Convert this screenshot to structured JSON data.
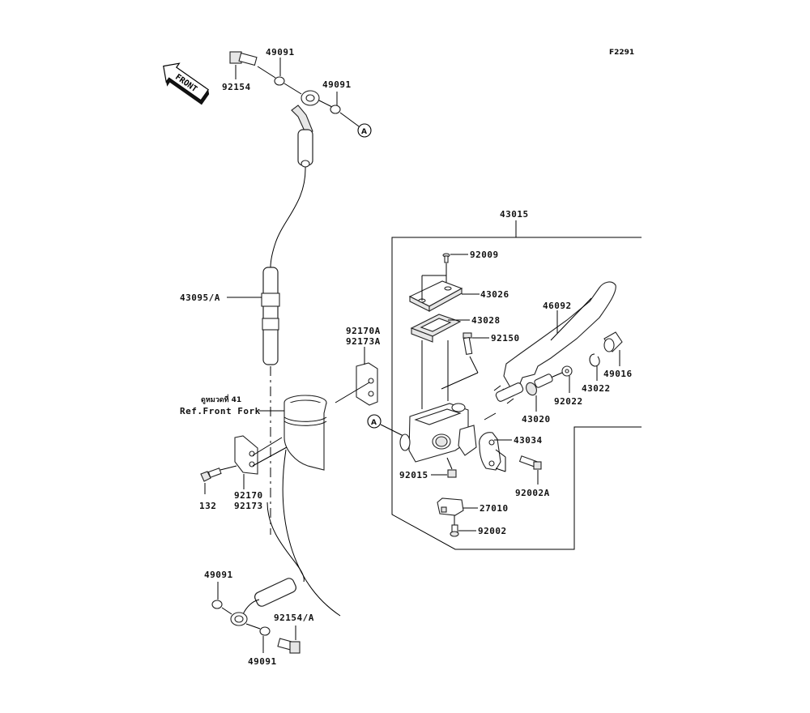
{
  "diagram": {
    "figure_code": "F2291",
    "front_arrow_label": "FRONT",
    "ref_note_thai": "ดูหมวดที่ 41",
    "ref_note_en": "Ref.Front Fork",
    "callout_A": "A",
    "assembly_label": "43015",
    "parts": {
      "p92154": "92154",
      "p49091_top1": "49091",
      "p49091_top2": "49091",
      "p43095A": "43095/A",
      "p92170A": "92170A",
      "p92173A": "92173A",
      "p92170": "92170",
      "p92173": "92173",
      "p132": "132",
      "p49091_bot1": "49091",
      "p49091_bot2": "49091",
      "p92154A": "92154/A",
      "p92009": "92009",
      "p43026": "43026",
      "p43028": "43028",
      "p92150": "92150",
      "p46092": "46092",
      "p49016": "49016",
      "p43022": "43022",
      "p92022": "92022",
      "p43020": "43020",
      "p43034": "43034",
      "p92015": "92015",
      "p92002A": "92002A",
      "p27010": "27010",
      "p92002": "92002"
    }
  }
}
